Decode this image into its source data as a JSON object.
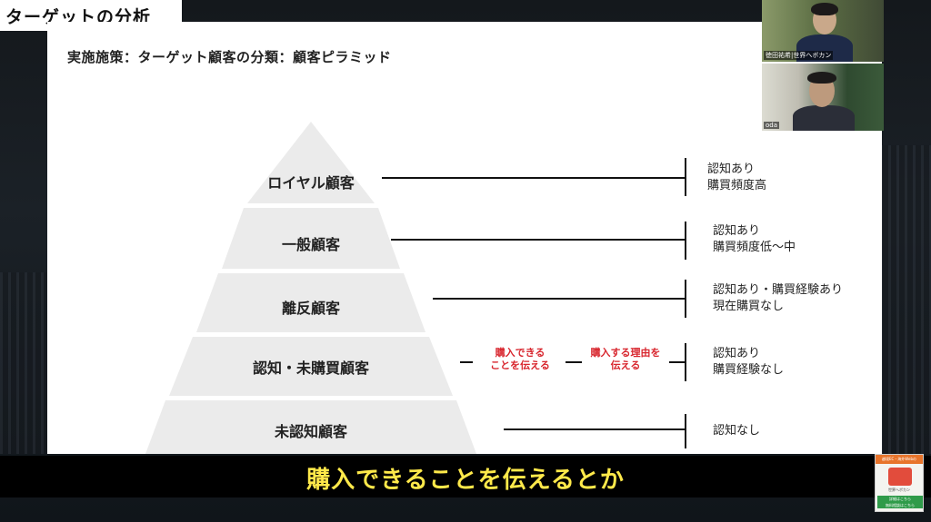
{
  "header": {
    "badge_title": "ターゲットの分析"
  },
  "slide": {
    "title": "実施施策：ターゲット顧客の分類：顧客ピラミッド",
    "tiers": [
      {
        "label": "ロイヤル顧客",
        "desc": [
          "認知あり",
          "購買頻度高"
        ]
      },
      {
        "label": "一般顧客",
        "desc": [
          "認知あり",
          "購買頻度低〜中"
        ]
      },
      {
        "label": "離反顧客",
        "desc": [
          "認知あり・購買経験あり",
          "現在購買なし"
        ]
      },
      {
        "label": "認知・未購買顧客",
        "desc": [
          "認知あり",
          "購買経験なし"
        ]
      },
      {
        "label": "未認知顧客",
        "desc": [
          "認知なし"
        ]
      }
    ],
    "notes": {
      "note1": [
        "購入できる",
        "ことを伝える"
      ],
      "note2": [
        "購入する理由を",
        "伝える"
      ]
    },
    "colors": {
      "pyramid": "#ebebeb",
      "note": "#d8262e"
    }
  },
  "video": {
    "cam1_name": "徳田祐希|世界へボカン",
    "cam2_name": "oda"
  },
  "subtitle": {
    "text": "購入できることを伝えるとか"
  },
  "promo": {
    "top_text": "越境EC・海外Webの",
    "mid_text": "世界へボカン",
    "bot_line1": "詳細はこちら",
    "bot_line2": "無料相談はこちら"
  }
}
